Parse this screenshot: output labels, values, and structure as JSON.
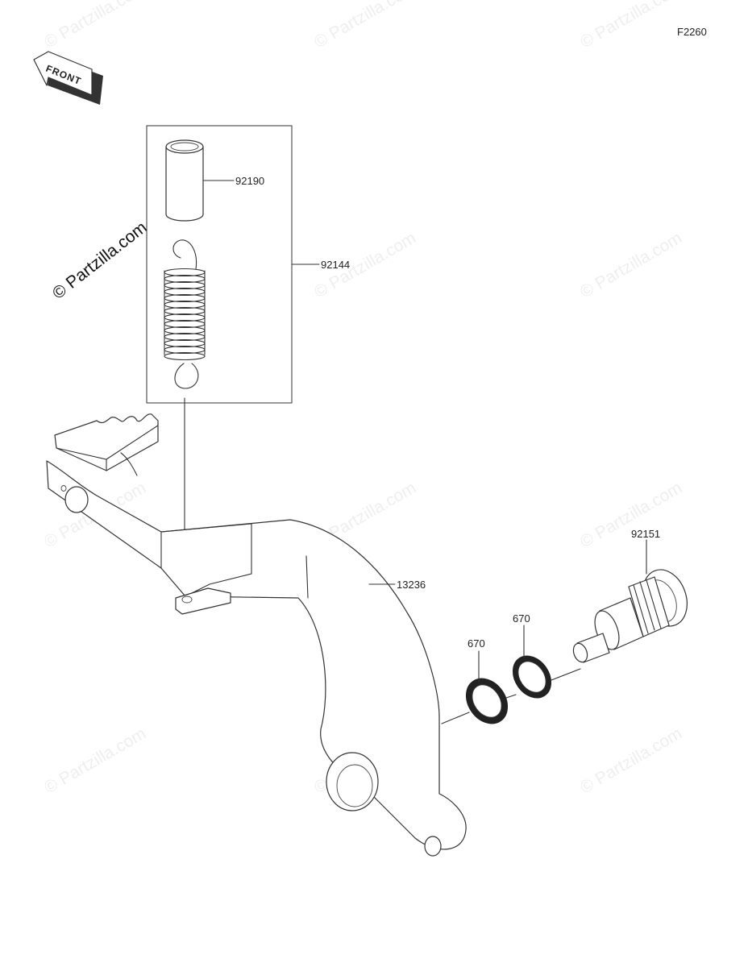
{
  "diagram_code": "F2260",
  "front_label": "FRONT",
  "watermark": "© Partzilla.com",
  "callouts": {
    "sleeve": "92190",
    "spring_kit": "92144",
    "brake_pedal": "13236",
    "shaft": "92151",
    "seal_left": "670",
    "seal_right": "670"
  }
}
